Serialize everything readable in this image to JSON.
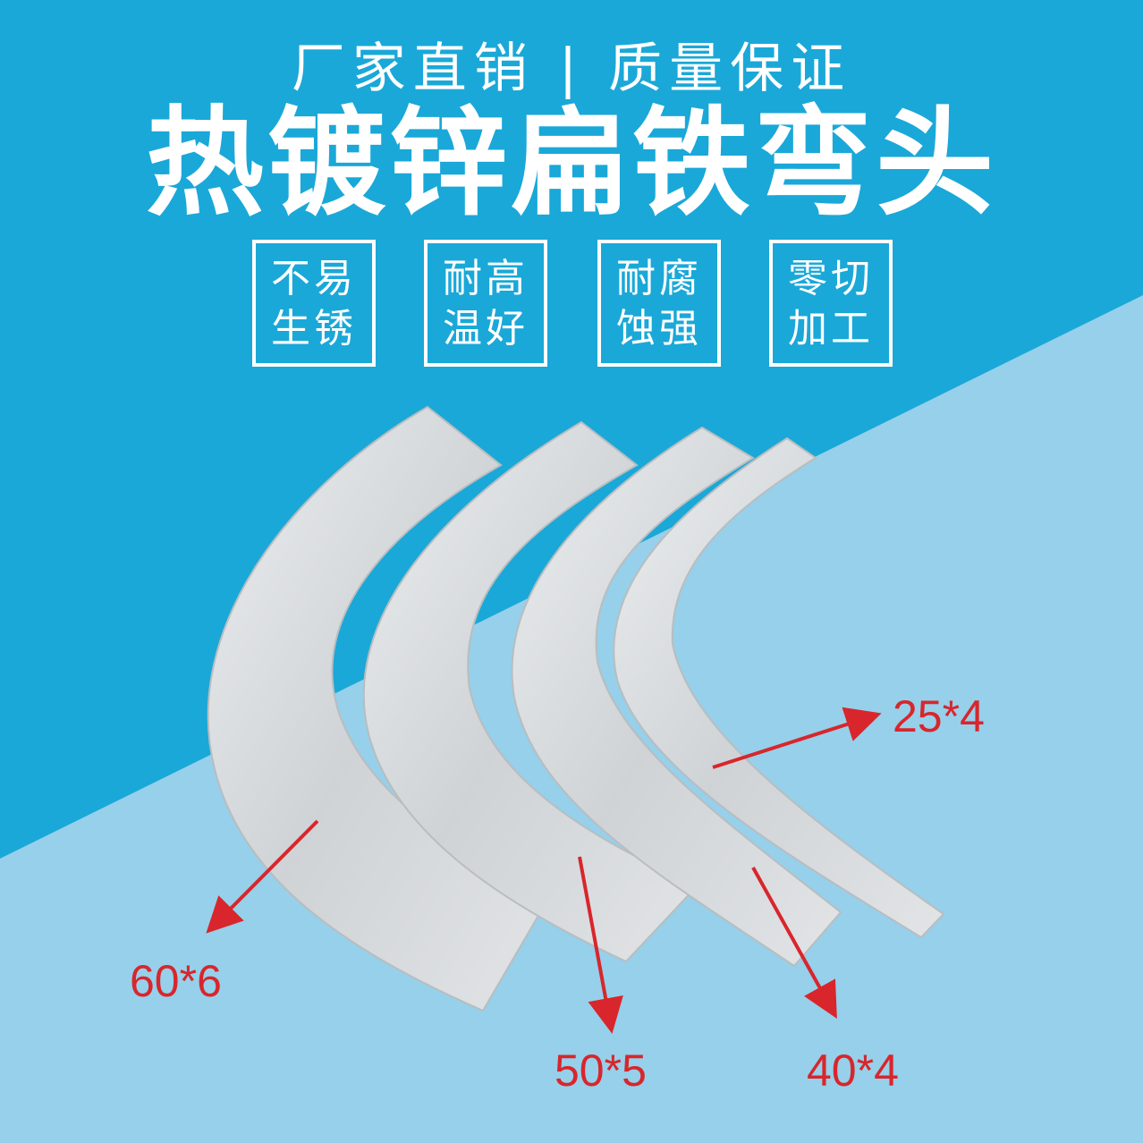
{
  "header": {
    "tagline": "厂家直销  |  质量保证",
    "title": "热镀锌扁铁弯头"
  },
  "features": [
    {
      "line1": "不易",
      "line2": "生锈"
    },
    {
      "line1": "耐高",
      "line2": "温好"
    },
    {
      "line1": "耐腐",
      "line2": "蚀强"
    },
    {
      "line1": "零切",
      "line2": "加工"
    }
  ],
  "sizes": {
    "s60": "60*6",
    "s50": "50*5",
    "s40": "40*4",
    "s25": "25*4"
  },
  "colors": {
    "bg_dark": "#1aa8d8",
    "bg_light": "#96d0ea",
    "label_red": "#d8262c",
    "metal": "#d7dadc"
  }
}
